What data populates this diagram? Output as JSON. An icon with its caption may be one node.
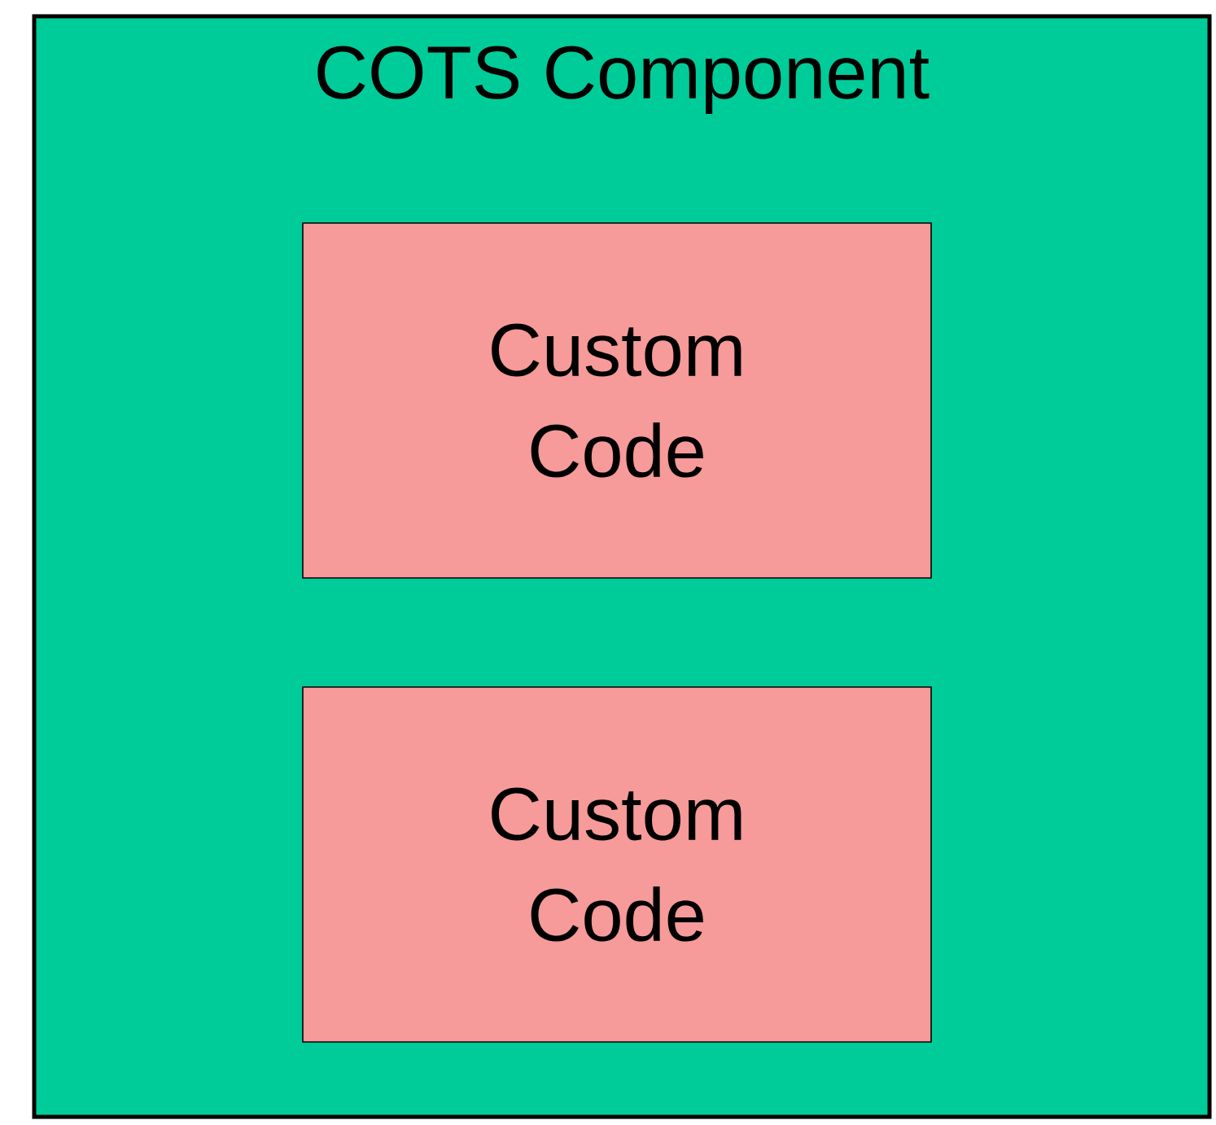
{
  "diagram": {
    "nodes": [
      {
        "text": [
          "COTS Component"
        ]
      },
      {
        "text": [
          "Custom Code"
        ],
        "in": 0
      },
      {
        "text": [
          "Custom Code"
        ],
        "in": 0
      }
    ]
  }
}
